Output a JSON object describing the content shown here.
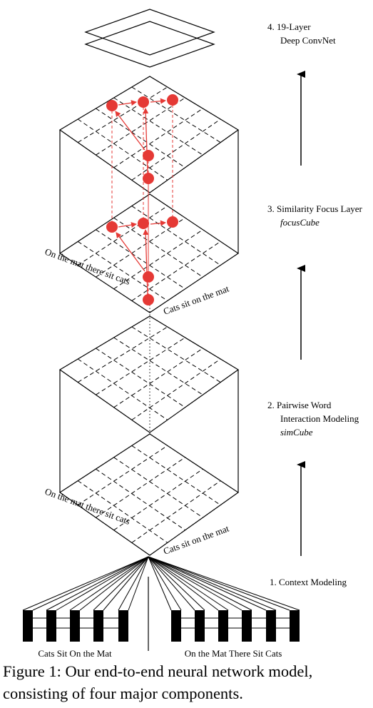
{
  "components": {
    "c4": {
      "title": "4. 19-Layer",
      "sub": "Deep ConvNet"
    },
    "c3": {
      "title": "3. Similarity Focus Layer",
      "sub": "focusCube"
    },
    "c2": {
      "title": "2. Pairwise Word",
      "sub": "Interaction Modeling",
      "sub2": "simCube"
    },
    "c1": {
      "title": "1. Context Modeling"
    }
  },
  "axis_labels": {
    "left": "On the mat there sit cats",
    "right": "Cats sit on the mat"
  },
  "input_labels": {
    "left": "Cats Sit On the Mat",
    "right": "On the Mat There Sit Cats"
  },
  "caption": {
    "line1": "Figure 1: Our end-to-end neural network model,",
    "line2": "consisting of four major components."
  },
  "colors": {
    "focus_dot": "#e53935",
    "focus_arrow": "#e53935",
    "line": "#000000",
    "background": "#ffffff"
  }
}
